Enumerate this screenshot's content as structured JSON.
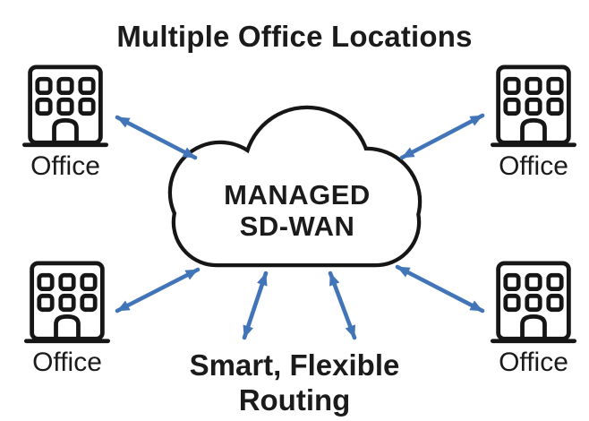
{
  "title": "Multiple Office Locations",
  "cloud": {
    "label_line1": "MANAGED",
    "label_line2": "SD-WAN"
  },
  "offices": [
    {
      "position": "top-left",
      "label": "Office"
    },
    {
      "position": "top-right",
      "label": "Office"
    },
    {
      "position": "bottom-left",
      "label": "Office"
    },
    {
      "position": "bottom-right",
      "label": "Office"
    }
  ],
  "caption": {
    "line1": "Smart, Flexible",
    "line2": "Routing"
  },
  "connections": [
    {
      "from": "managed-sd-wan-cloud",
      "to": "office-top-left",
      "type": "bidirectional-arrow"
    },
    {
      "from": "managed-sd-wan-cloud",
      "to": "office-top-right",
      "type": "bidirectional-arrow"
    },
    {
      "from": "managed-sd-wan-cloud",
      "to": "office-bottom-left",
      "type": "bidirectional-arrow"
    },
    {
      "from": "managed-sd-wan-cloud",
      "to": "office-bottom-right",
      "type": "bidirectional-arrow"
    },
    {
      "from": "managed-sd-wan-cloud",
      "to": "smart-flexible-routing",
      "type": "bidirectional-arrow"
    },
    {
      "from": "managed-sd-wan-cloud",
      "to": "smart-flexible-routing",
      "type": "bidirectional-arrow"
    }
  ],
  "colors": {
    "arrow": "#4274B8",
    "outline": "#161616",
    "text": "#1B1B1B",
    "background": "#FFFFFF"
  },
  "icons": {
    "office": "office-building-icon",
    "cloud": "cloud-icon",
    "connector": "double-headed-arrow-icon"
  }
}
